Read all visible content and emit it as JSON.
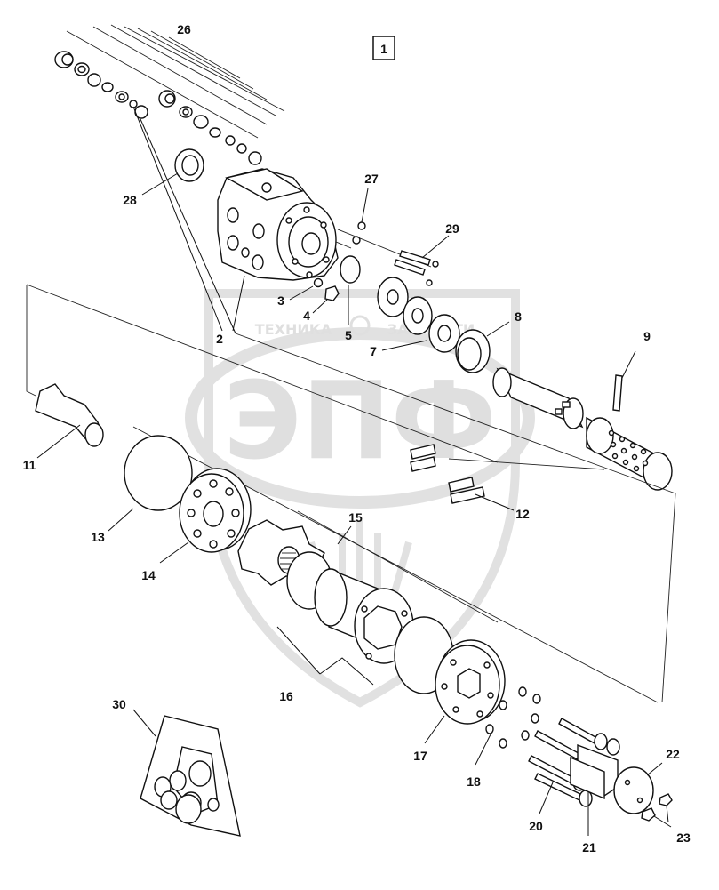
{
  "diagram": {
    "box_label": "1",
    "callouts": [
      "26",
      "28",
      "27",
      "29",
      "3",
      "4",
      "5",
      "2",
      "7",
      "8",
      "9",
      "11",
      "13",
      "14",
      "15",
      "12",
      "16",
      "17",
      "18",
      "30",
      "20",
      "21",
      "22",
      "23"
    ],
    "watermark": {
      "logo_text": "ЭПФ",
      "left_text": "ТЕХНИКА",
      "right_text": "ЗАПЧАСТИ"
    }
  }
}
